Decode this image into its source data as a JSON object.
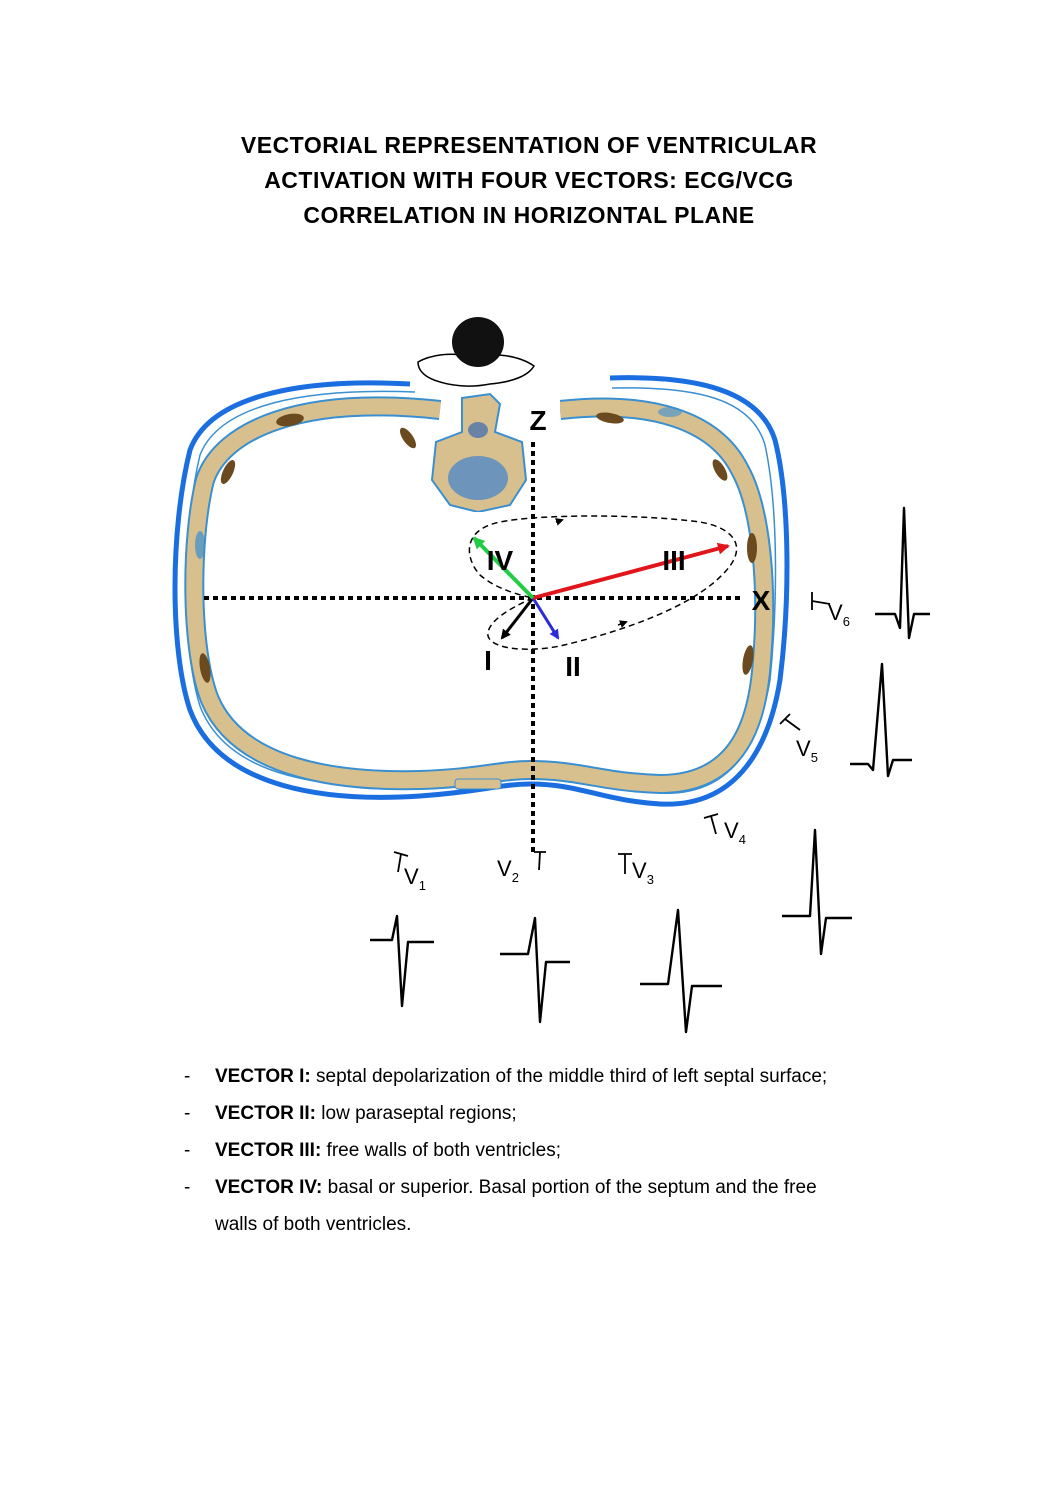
{
  "title": {
    "lines": [
      "VECTORIAL REPRESENTATION OF VENTRICULAR",
      "ACTIVATION WITH FOUR VECTORS: ECG/VCG",
      "CORRELATION IN HORIZONTAL PLANE"
    ]
  },
  "diagram": {
    "axis_labels": {
      "z": "Z",
      "x": "X"
    },
    "vectors": [
      {
        "id": "I",
        "label": "I",
        "color": "#000000"
      },
      {
        "id": "II",
        "label": "II",
        "color": "#2a2ad8"
      },
      {
        "id": "III",
        "label": "III",
        "color": "#e0161c"
      },
      {
        "id": "IV",
        "label": "IV",
        "color": "#22cc44"
      }
    ],
    "leads": [
      {
        "id": "V1",
        "letter": "V",
        "sub": "1"
      },
      {
        "id": "V2",
        "letter": "V",
        "sub": "2"
      },
      {
        "id": "V3",
        "letter": "V",
        "sub": "3"
      },
      {
        "id": "V4",
        "letter": "V",
        "sub": "4"
      },
      {
        "id": "V5",
        "letter": "V",
        "sub": "5"
      },
      {
        "id": "V6",
        "letter": "V",
        "sub": "6"
      }
    ],
    "colors": {
      "skin_outline": "#1a6ee0",
      "bone": "#d8c08e",
      "bone_edge": "#3a8fd0",
      "rib_dark": "#6a4a1e"
    }
  },
  "legend": {
    "bullet": "-",
    "items": [
      {
        "name": "VECTOR I:",
        "text": " septal depolarization of the middle third of left septal surface;",
        "continuation": ""
      },
      {
        "name": "VECTOR II:",
        "text": " low paraseptal regions;",
        "continuation": ""
      },
      {
        "name": "VECTOR III:",
        "text": " free walls of both ventricles;",
        "continuation": ""
      },
      {
        "name": "VECTOR IV:",
        "text": " basal or superior. Basal portion of the septum and the free",
        "continuation": "walls of both ventricles."
      }
    ]
  }
}
